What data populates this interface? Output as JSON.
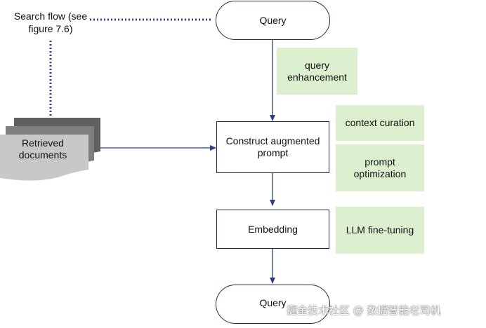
{
  "nodes": {
    "query_top": "Query",
    "construct": "Construct augmented prompt",
    "embedding": "Embedding",
    "query_bottom": "Query"
  },
  "annotations": {
    "query_enhancement": "query enhancement",
    "context_curation": "context curation",
    "prompt_optimization": "prompt optimization",
    "llm_fine_tuning": "LLM fine-tuning"
  },
  "inputs": {
    "search_flow": "Search flow (see figure 7.6)",
    "retrieved_documents": "Retrieved documents"
  },
  "watermark": "掘金技术社区 @ 数据智能老司机",
  "colors": {
    "annotation_fill": "#dcefce",
    "node_border": "#1f2d4d",
    "arrow": "#2b3f8a",
    "docs_dark": "#5f5f5f",
    "docs_mid": "#7f7f7f",
    "docs_light": "#c8c8c8"
  }
}
